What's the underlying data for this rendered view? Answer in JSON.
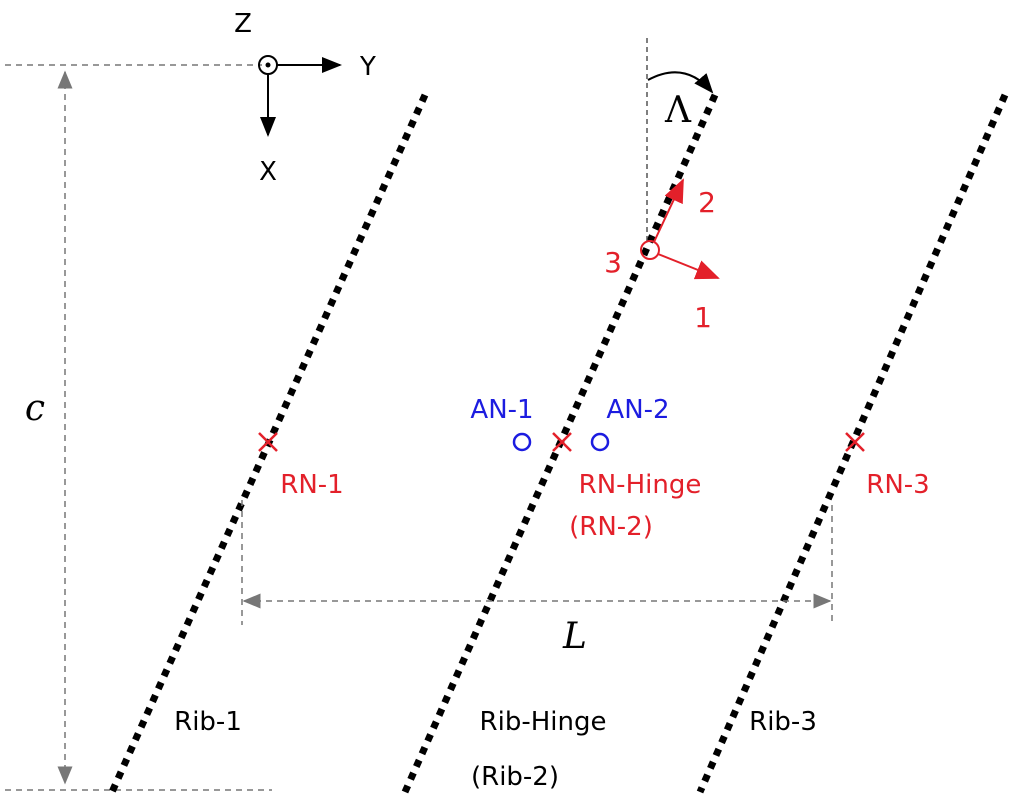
{
  "axes": {
    "z": "Z",
    "y": "Y",
    "x": "X"
  },
  "dimensions": {
    "chord": "c",
    "span": "L",
    "sweep": "Λ"
  },
  "local_axes": {
    "one": "1",
    "two": "2",
    "three": "3"
  },
  "nodes": {
    "rn1": "RN-1",
    "an1": "AN-1",
    "an2": "AN-2",
    "rn_hinge": "RN-Hinge",
    "rn_hinge_alt": "(RN-2)",
    "rn3": "RN-3"
  },
  "ribs": {
    "rib1": "Rib-1",
    "rib_hinge": "Rib-Hinge",
    "rib_hinge_alt": "(Rib-2)",
    "rib3": "Rib-3"
  },
  "colors": {
    "red": "#e3202a",
    "blue": "#1c1ce0",
    "gray": "#777777"
  }
}
